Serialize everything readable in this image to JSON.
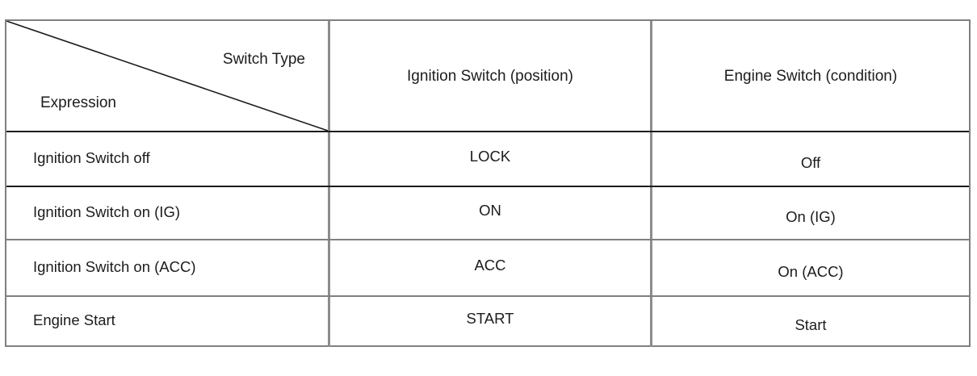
{
  "table": {
    "header": {
      "corner_top_right_label": "Switch Type",
      "corner_bottom_left_label": "Expression",
      "columns": [
        "Ignition Switch (position)",
        "Engine Switch (condition)"
      ]
    },
    "rows": [
      {
        "expression": "Ignition Switch off",
        "ignition_switch_position": "LOCK",
        "engine_switch_condition": "Off"
      },
      {
        "expression": "Ignition Switch on (IG)",
        "ignition_switch_position": "ON",
        "engine_switch_condition": "On (IG)"
      },
      {
        "expression": "Ignition Switch on (ACC)",
        "ignition_switch_position": "ACC",
        "engine_switch_condition": "On (ACC)"
      },
      {
        "expression": "Engine Start",
        "ignition_switch_position": "START",
        "engine_switch_condition": "Start"
      }
    ]
  },
  "colors": {
    "background": "#ffffff",
    "text": "#1c1c1c",
    "border_outer": "#808080",
    "border_strong": "#1c1c1c",
    "border_light": "#8c8c8c"
  }
}
